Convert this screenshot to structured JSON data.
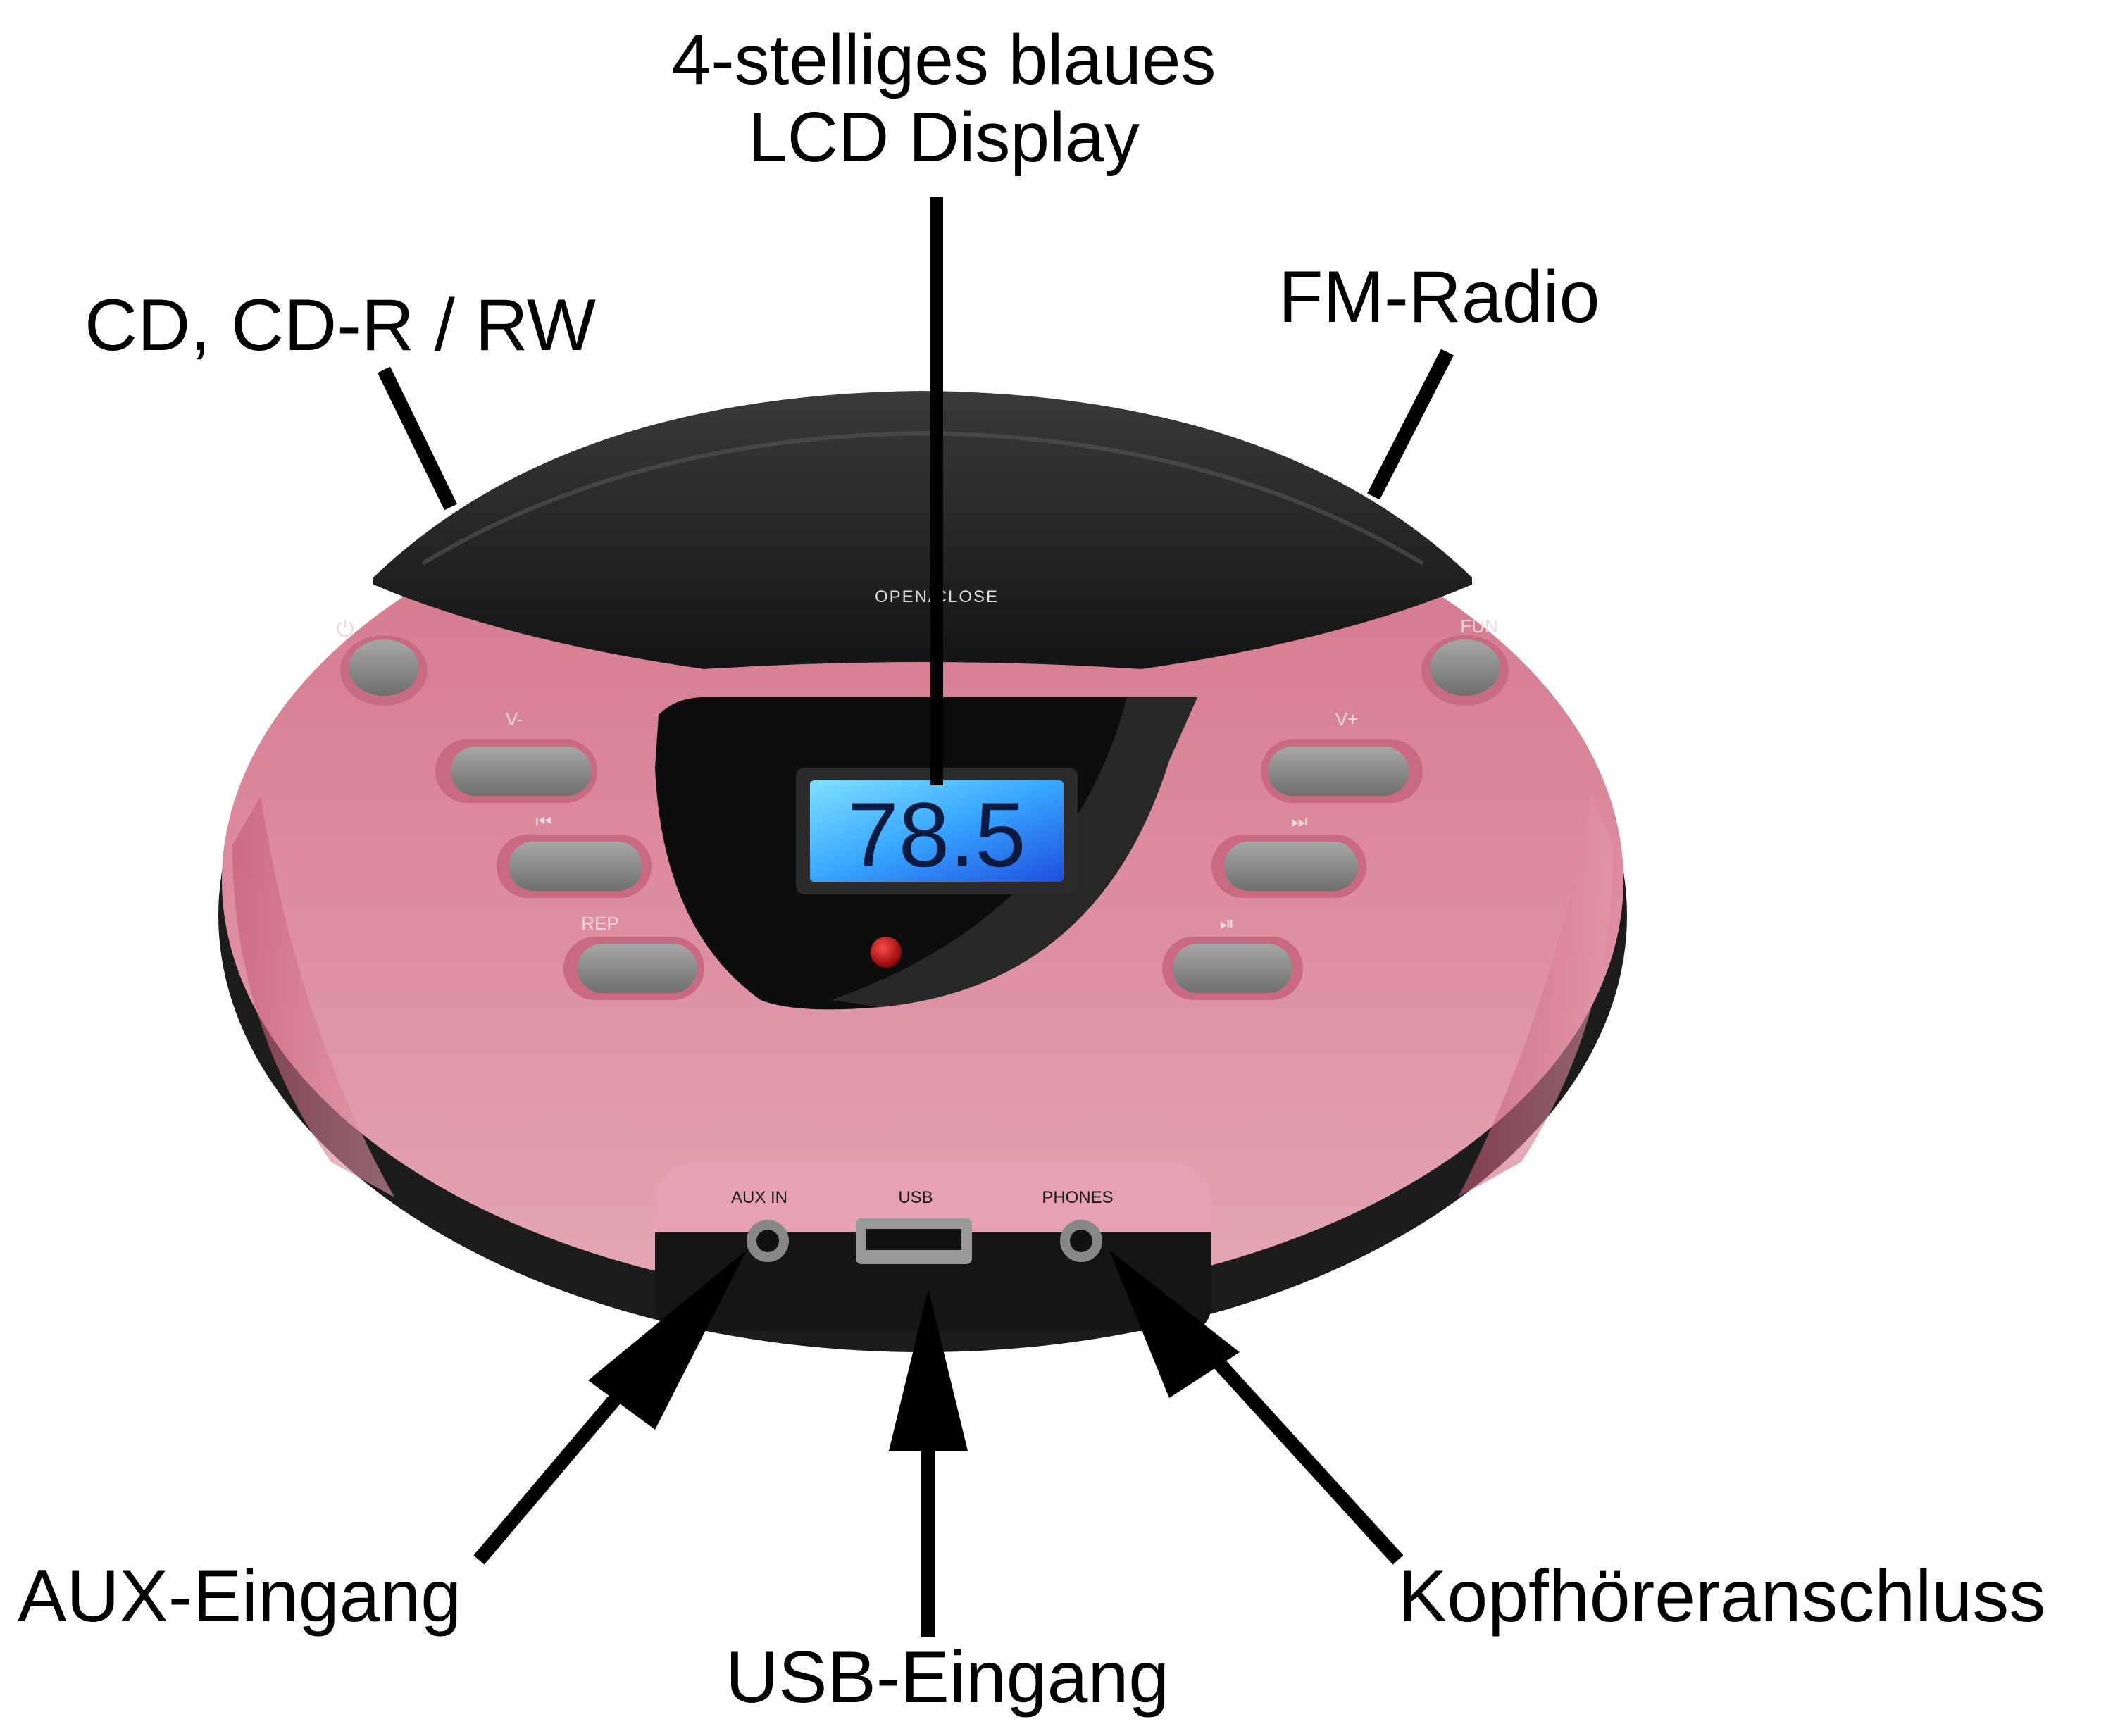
{
  "callouts": {
    "display_line1": "4-stelliges blaues",
    "display_line2": "LCD Display",
    "cd": "CD, CD-R / RW",
    "fm": "FM-Radio",
    "aux": "AUX-Eingang",
    "usb": "USB-Eingang",
    "phones": "Kopfhöreranschluss"
  },
  "device": {
    "open_close": "OPEN/CLOSE",
    "fun": "FUN",
    "vol_down": "V-",
    "vol_up": "V+",
    "prev": "⏮",
    "next": "⏭",
    "rep": "REP",
    "play_pause": "⏯",
    "power_icon": "power-icon",
    "display_value": "78.5",
    "ports": {
      "aux": "AUX IN",
      "usb": "USB",
      "phones": "PHONES"
    }
  },
  "colors": {
    "body_pink": "#d97f93",
    "body_pink_light": "#e8a9b6",
    "lid": "#1c1c1c",
    "lcd": "#3aa8ff",
    "button": "#8a8a8a",
    "led": "#c00000"
  }
}
